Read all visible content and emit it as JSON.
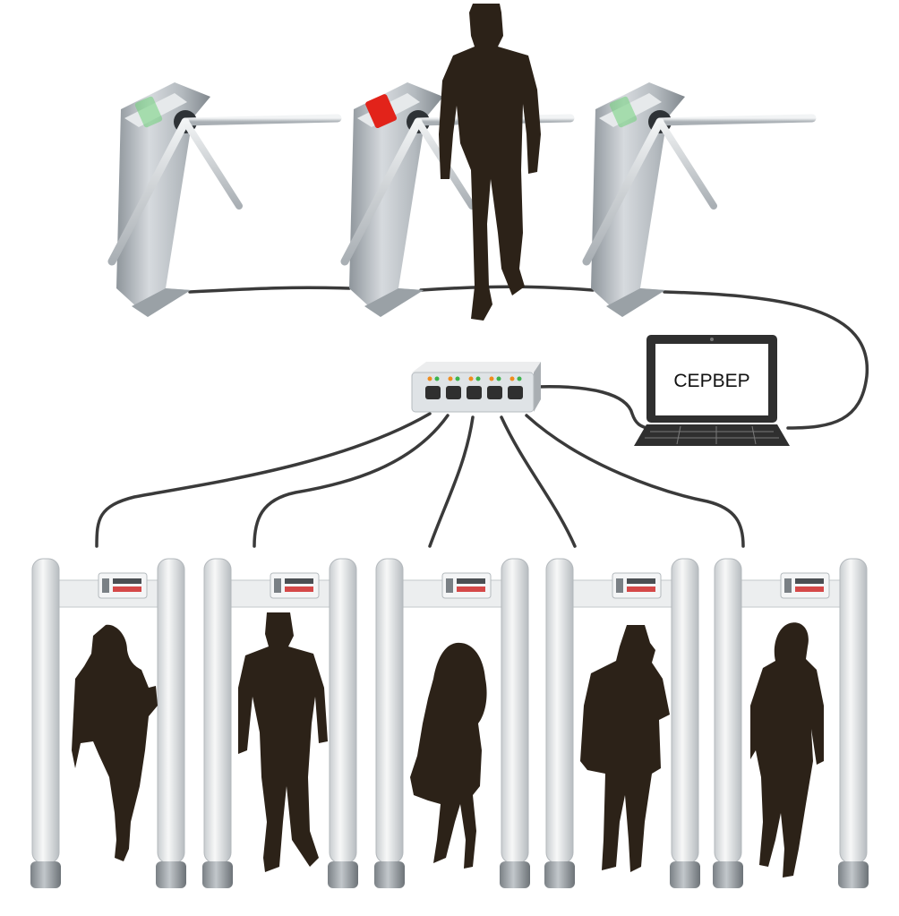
{
  "server": {
    "label": "СЕРВЕР"
  },
  "colors": {
    "silhouette": "#2c2218",
    "cable": "#3a3a3a",
    "steel": "#b9bec3",
    "steel_dark": "#7f868c",
    "alarm": "#e2231a",
    "panel": "#dfe3e6",
    "led_orange": "#f08c1e",
    "led_green": "#3cb44b"
  },
  "icons": {
    "turnstile": "tripod-turnstile-icon",
    "switch": "network-switch-icon",
    "server": "laptop-icon",
    "gate": "walkthrough-metal-detector-icon",
    "person": "person-silhouette-icon"
  },
  "turnstiles": [
    {
      "indicator": "green"
    },
    {
      "indicator": "red"
    },
    {
      "indicator": "green"
    }
  ],
  "switch": {
    "ports": 5
  },
  "gates": [
    {
      "person": "woman-with-papers"
    },
    {
      "person": "man-walking"
    },
    {
      "person": "woman-long-hair"
    },
    {
      "person": "man-on-phone"
    },
    {
      "person": "woman-walking"
    }
  ]
}
